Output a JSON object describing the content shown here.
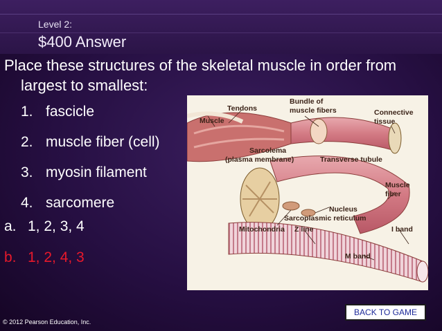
{
  "header": {
    "level": "Level 2:",
    "amount": "$400 Answer"
  },
  "question": "Place these structures of the skeletal muscle in order from largest to smallest:",
  "items": [
    {
      "num": "1.",
      "text": "fascicle"
    },
    {
      "num": "2.",
      "text": "muscle fiber (cell)"
    },
    {
      "num": "3.",
      "text": "myosin filament"
    },
    {
      "num": "4.",
      "text": "sarcomere"
    }
  ],
  "choices": [
    {
      "letter": "a.",
      "text": "1, 2, 3, 4",
      "color": "#ffffff"
    },
    {
      "letter": "b.",
      "text": "1, 2, 4, 3",
      "color": "#e8192b"
    }
  ],
  "figure": {
    "labels": {
      "tendons": "Tendons",
      "muscle": "Muscle",
      "bundle_line1": "Bundle of",
      "bundle_line2": "muscle fibers",
      "connective_line1": "Connective",
      "connective_line2": "tissue",
      "sarcolema_line1": "Sarcolema",
      "sarcolema_line2": "(plasma membrane)",
      "transverse_tubule": "Transverse tubule",
      "muscle_fiber_line1": "Muscle",
      "muscle_fiber_line2": "fiber",
      "nucleus": "Nucleus",
      "sarcoplasmic_reticulum": "Sarcoplasmic reticulum",
      "mitochondria": "Mitochondria",
      "z_line": "Z line",
      "i_band": "I band",
      "m_band": "M band"
    }
  },
  "back_button": "BACK TO GAME",
  "copyright": "© 2012 Pearson Education, Inc.",
  "colors": {
    "correct_answer": "#e8192b",
    "background": "#260f42",
    "button_text": "#1e2a9a"
  }
}
